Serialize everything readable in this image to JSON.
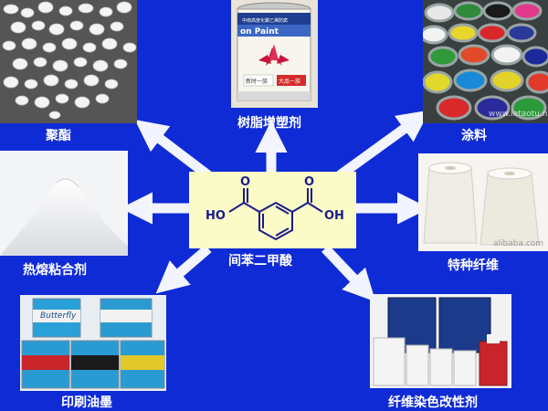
{
  "center": {
    "compound_name": "间苯二甲酸",
    "left_group": "HO",
    "right_group": "OH",
    "carbonyl_left": "O",
    "carbonyl_right": "O"
  },
  "applications": [
    {
      "label": "聚酯",
      "image": "white-pellets"
    },
    {
      "label": "树脂增塑剂",
      "image": "paint-can"
    },
    {
      "label": "涂料",
      "image": "paint-cans-colors"
    },
    {
      "label": "热熔粘合剂",
      "image": "white-powder"
    },
    {
      "label": "特种纤维",
      "image": "fiber-spools"
    },
    {
      "label": "印刷油墨",
      "image": "ink-cans"
    },
    {
      "label": "纤维染色改性剂",
      "image": "chemical-bottles"
    }
  ],
  "paint_can": {
    "brand_text": "on Paint",
    "line1": "中南高度化聚乙烯防腐",
    "line2a": "新时一族",
    "line2b": "大品一族"
  },
  "watermarks": {
    "coating": "www.letaotu.net",
    "fiber": "alibaba.com",
    "ink": "Butterfly"
  },
  "colors": {
    "background": "#0f2bd6",
    "arrow": "#f2f4ff",
    "center_box": "#fbfbc8",
    "chem_text": "#1b1b8a",
    "label_text": "#ffffff"
  }
}
